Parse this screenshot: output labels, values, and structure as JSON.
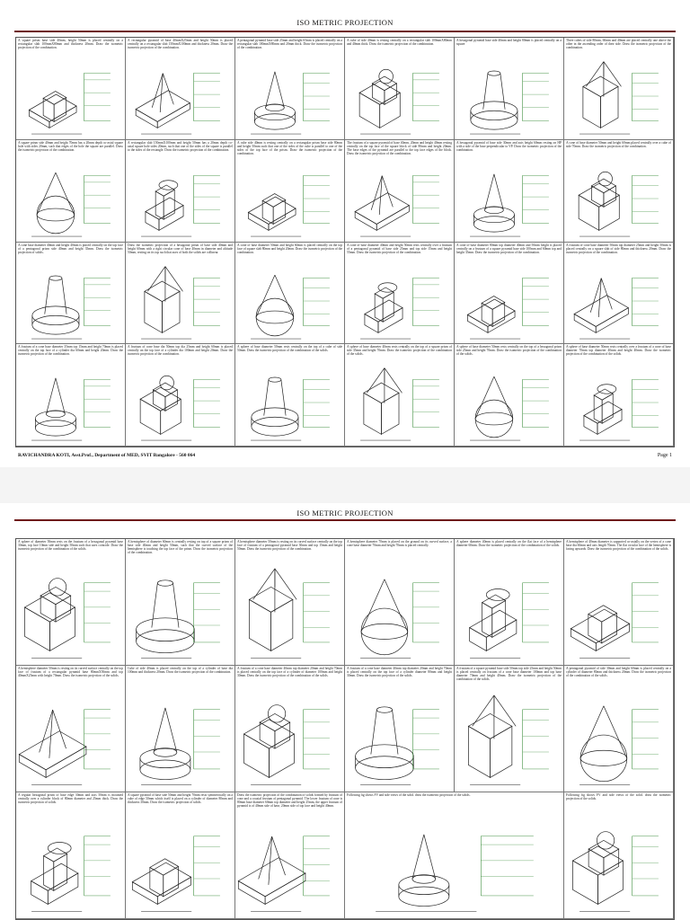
{
  "page1": {
    "title": "ISO METRIC PROJECTION",
    "footer": "RAVICHANDRA KOTI, Asst.Prof., Department of MED, SVIT Bangalore - 560 064",
    "page_number": "Page 1",
    "cells": [
      "A square prism base side 40mm, height 50mm is placed centrally on a rectangular slab 100mmX80mm and thickness 20mm. Draw the isometric projection of the combination.",
      "A rectangular pyramid of base 40mmX25mm and height 50mm is placed centrally on a rectangular slab 150mmX100mm and thickness 20mm. Draw the isometric projection of the combination.",
      "A pentagonal pyramid base side 25mm and height 65mm is placed centrally on a rectangular slab 100mmX80mm and 20mm thick. Draw the isometric projection of the combination.",
      "A cube of side 40mm is resting centrally on a rectangular slab 100mmX80mm and 40mm thick. Draw the isometric projection of the combination.",
      "A hexagonal pyramid base side 40mm and height 80mm is placed centrally on a square",
      "Three cubes of side 80mm, 60mm and 40mm are placed centrally one above the other in the ascending order of their side. Draw the isometric projection of the combination.",
      "A square prism side 40mm and height 70mm has a 20mm depth co-axial square hole with sides 20mm, such that edges of the hole the square are parallel. Draw the isometric projection of the combination.",
      "A rectangular slab 150mmX100mm and height 50mm has a 20mm depth co-axial square hole sides 20mm, such that one of the sides of the square is parallel to the sides of the rectangle. Draw the isometric projection of the combination.",
      "A cube side 40mm is resting centrally on a rectangular prism base side 80mm and height 50mm such that one of the sides of the cube is parallel to one of the sides of the top face of the prism. Draw the isometric projection of the combination.",
      "The frustum of a square pyramid of base 40mm, 20mm and height 40mm resting centrally on the top face of the square block of side 80mm and height 20mm. The base edges of the pyramid are parallel to the top face edges of the block. Draw the isometric projection of the combination.",
      "A hexagonal pyramid of base side 30mm and axis height 60mm resting on HP with a side of the base perpendicular to VP. Draw the isometric projection of the combination.",
      "A cone of base diameter 50mm and height 60mm placed centrally over a cube of side 70mm. Draw the isometric projection of the combination.",
      "A cone base diameter 40mm and height 40mm is placed centrally on the top face of a pentagonal prism side 40mm and height 35mm. Draw the isometric projection of solids.",
      "Draw the isometric projection of a hexagonal prism of base side 40mm and height 60mm with a right circular cone of base 40mm in diameter and altitude 50mm, resting on its top such that axes of both the solids are collinear.",
      "A cone of base diameter 50mm and height 60mm is placed centrally on the top face of square slab 80mm and height 20mm. Draw the isometric projection of the combination.",
      "A cone of base diameter 40mm and height 50mm rests centrally over a frustum of a pentagonal pyramid of base side 25mm and top side 15mm and height 55mm. Draw the isometric projection of the combination.",
      "A cone of base diameter 80mm top diameter 40mm and 50mm height is placed centrally on a frustum of a square pyramid base side 100mm and 60mm top and height 35mm. Draw the isometric projection of the combination.",
      "A frustum of cone base diameter 50mm top diameter 25mm and height 50mm is placed centrally on a square slab of side 80mm and thickness 20mm. Draw the isometric projection of the combination.",
      "A frustum of a cone base diameter 35mm top 15mm and height 70mm is placed centrally on the top face of a cylinder dia 60mm and height 20mm. Draw the isometric projection of the combination.",
      "A frustum of cone base dia 50mm top dia 25mm and height 60mm is placed centrally on the top face of a cylinder dia 100mm and height 20mm. Draw the isometric projection of the combination.",
      "A sphere of base diameter 50mm rests centrally on the top of a cube of side 50mm. Draw the isometric projection of the combination of the solids.",
      "A sphere of base diameter 40mm rests centrally on the top of a square prism of side 35mm and height 70mm. Draw the isometric projection of the combination of the solids.",
      "A sphere of base diameter 50mm rests centrally on the top of a hexagonal prism side 25mm and height 70mm. Draw the isometric projection of the combination of the solids.",
      "A sphere of base diameter 50mm rests centrally over a frustum of a cone of base diameter 70mm top diameter 40mm and height 40mm. Draw the isometric projection of the combination of the solids."
    ]
  },
  "page2": {
    "title": "ISO METRIC PROJECTION",
    "cells": [
      "A sphere of diameter 50mm rests on the frustum of a hexagonal pyramid base 30mm, top face 10mm side and height 50mm such that axes coincide. Draw the isometric projection of the combination of the solids.",
      "A hemisphere of diameter 60mm is centrally resting on top of a square prism of base side 40mm and height 50mm, such that the curved surface of the hemisphere is touching the top face of the prism. Draw the isometric projection of the combination.",
      "A hemisphere diameter 50mm is resting on its curved surface centrally on the top face of frustum of a pentagonal pyramid base 30mm and top 15mm and height 50mm. Draw the isometric projection of the combination.",
      "A hemisphere diameter 70mm is placed on the ground on its curved surface, a cone base diameter 70mm and height 70mm is placed centrally.",
      "A sphere diameter 40mm is placed centrally on the flat face of a hemisphere diameter 60mm. Draw the isometric projection of the combination of the solids.",
      "A hemisphere of 40mm diameter is supported co-axially on the vertex of a cone base dia 60mm and axis length 70mm. The flat circular face of the hemisphere is facing upwards. Draw the isometric projection of the combination of the solids.",
      "A hemisphere diameter 50mm is resting on its curved surface centrally on the top face of frustum of a rectangular pyramid base 80mmX50mm and top 40mmX25mm with height 70mm. Draw the isometric projection of the solids.",
      "Cube of side 40mm is placed centrally on the top of a cylinder of base dia 100mm and thickness 20mm. Draw the isometric projection of the combination.",
      "A frustum of a cone base diameter 40mm top diameter 20mm and height 70mm is placed centrally on the top face of a cylinder of diameter 100mm and height 30mm. Draw the isometric projection of the combination of the solids.",
      "A frustum of a cone base diameter 40mm top diameter 20mm and height 70mm is placed centrally on the top face of a cylinder diameter 80mm and height 30mm. Draw the isometric projection of the solids.",
      "A frustum of a square pyramid base side 50mm top side 25mm and height 50mm is placed centrally on frustum of a cone base diameter 100mm and top base diameter 70mm and height 40mm. Draw the isometric projection of the combination of the solids.",
      "A pentagonal pyramid of side 30mm and height 60mm is placed centrally on a cylinder of diameter 80mm and thickness 20mm. Draw the isometric projection of the combination of the solids.",
      "A regular hexagonal prism of base edge 30mm and axis 50mm is mounted centrally over a cylinder block of 80mm diameter and 25mm thick. Draw the isometric projection of solids.",
      "A square pyramid of base side 50mm and height 70mm rests symmetrically on a cube of edge 50mm which itself is placed on a cylinder of diameter 80mm and thickness 30mm. Draw the isometric projection of solids.",
      "Draw the isometric projection of the combination of solids formed by frustum of cone and a coaxial frustum of pentagonal pyramid. The lower frustum of cone is 80mm base diameter 60mm top diameter and height 25mm, the upper frustum of pyramid is of 40mm side of base, 20mm side of top face and height 40mm.",
      "Following fig shows FV and side views of the solid. draw the isometric projection of the solids.",
      "Following fig shows FV and side views of the solid. draw the isometric projection of the solids."
    ]
  }
}
